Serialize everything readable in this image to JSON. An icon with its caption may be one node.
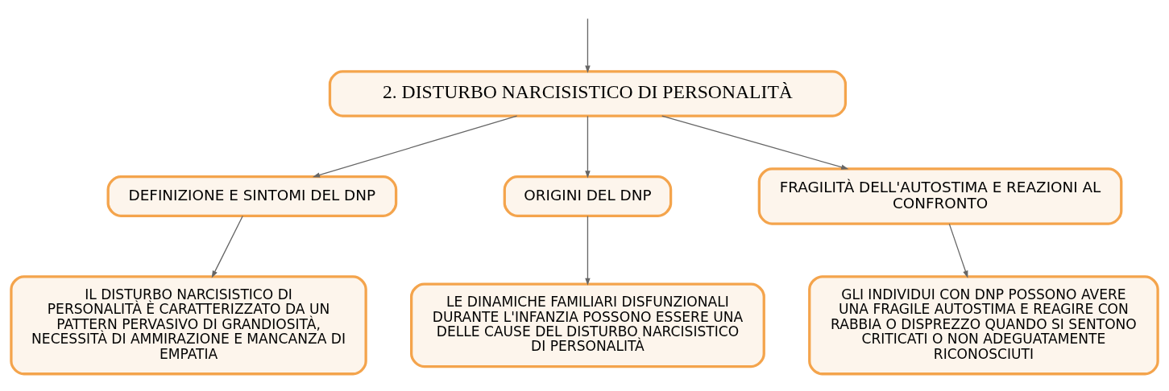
{
  "diagram": {
    "nodes": [
      {
        "text": [
          "2. DISTURBO NARCISISTICO DI PERSONALITÀ"
        ]
      },
      {
        "text": [
          "DEFINIZIONE E SINTOMI DEL DNP"
        ]
      },
      {
        "text": [
          "ORIGINI DEL DNP"
        ]
      },
      {
        "text": [
          "FRAGILITÀ DELL'AUTOSTIMA E REAZIONI AL CONFRONTO"
        ]
      },
      {
        "text": [
          "IL DISTURBO NARCISISTICO DI PERSONALITÀ È CARATTERIZZATO DA UN PATTERN PERVASIVO DI GRANDIOSITÀ, NECESSITÀ DI AMMIRAZIONE E MANCANZA DI EMPATIA"
        ]
      },
      {
        "text": [
          "LE DINAMICHE FAMILIARI DISFUNZIONALI DURANTE L'INFANZIA POSSONO ESSERE UNA DELLE CAUSE DEL DISTURBO NARCISISTICO DI PERSONALITÀ"
        ]
      },
      {
        "text": [
          "GLI INDIVIDUI CON DNP POSSONO AVERE UNA FRAGILE AUTOSTIMA E REAGIRE CON RABBIA O DISPREZZO QUANDO SI SENTONO CRITICATI O NON ADEGUATAMENTE RICONOSCIUTI"
        ]
      }
    ],
    "edges": [
      {
        "from": null,
        "to": 0,
        "arrow": "to"
      },
      {
        "from": 0,
        "to": 1,
        "arrow": "to"
      },
      {
        "from": 0,
        "to": 2,
        "arrow": "to"
      },
      {
        "from": 0,
        "to": 3,
        "arrow": "to"
      },
      {
        "from": 1,
        "to": 4,
        "arrow": "to"
      },
      {
        "from": 2,
        "to": 5,
        "arrow": "to"
      },
      {
        "from": 3,
        "to": 6,
        "arrow": "to"
      }
    ]
  }
}
